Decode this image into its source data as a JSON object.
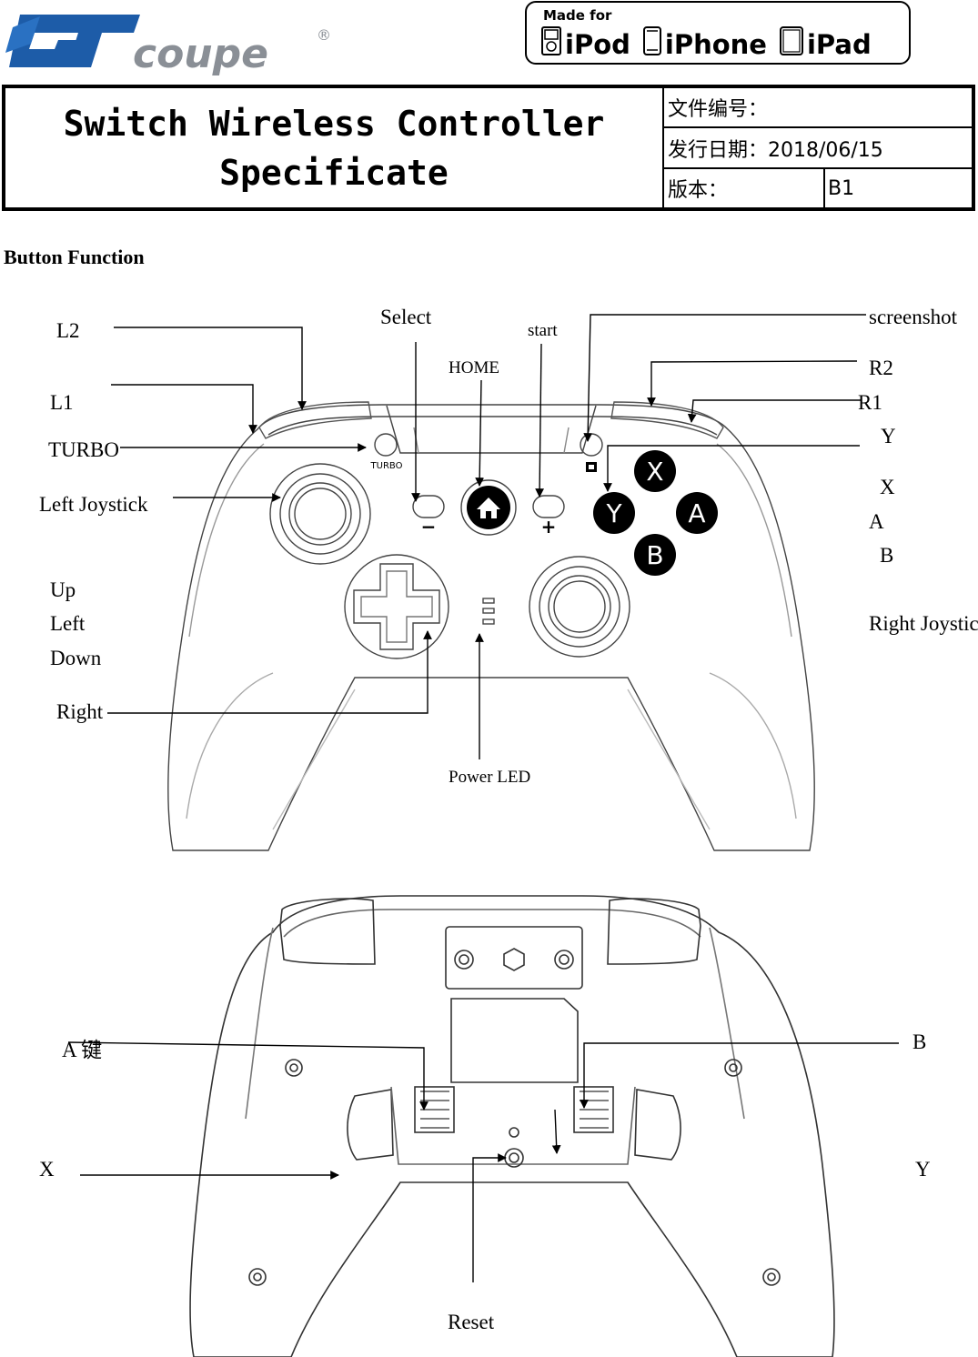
{
  "header": {
    "brand_logo_text": "GTcoupe",
    "mfi_badge": {
      "made_for": "Made for",
      "devices": [
        "iPod",
        "iPhone",
        "iPad"
      ]
    }
  },
  "spec_table": {
    "title_line1": "Switch Wireless Controller",
    "title_line2": "Specificate",
    "file_number_label": "文件编号：",
    "issue_date_label": "发行日期：2018/06/15",
    "version_label": "版本：",
    "version_value": "B1"
  },
  "section_heading": "Button Function",
  "front_labels": {
    "l2": "L2",
    "l1": "L1",
    "turbo": "TURBO",
    "left_joystick": "Left Joystick",
    "up": "Up",
    "left": "Left",
    "down": "Down",
    "right": "Right",
    "select": "Select",
    "home": "HOME",
    "start": "start",
    "screenshot": "screenshot",
    "r2": "R2",
    "r1": "R1",
    "y": "Y",
    "x": "X",
    "a": "A",
    "b": "B",
    "right_joystick": "Right Joystick",
    "power_led": "Power LED"
  },
  "controller_print": {
    "turbo": "TURBO",
    "minus": "−",
    "plus": "+",
    "face_x": "X",
    "face_y": "Y",
    "face_a": "A",
    "face_b": "B"
  },
  "back_labels": {
    "a_key": "A 键",
    "b": "B",
    "x": "X",
    "y": "Y",
    "reset": "Reset"
  }
}
